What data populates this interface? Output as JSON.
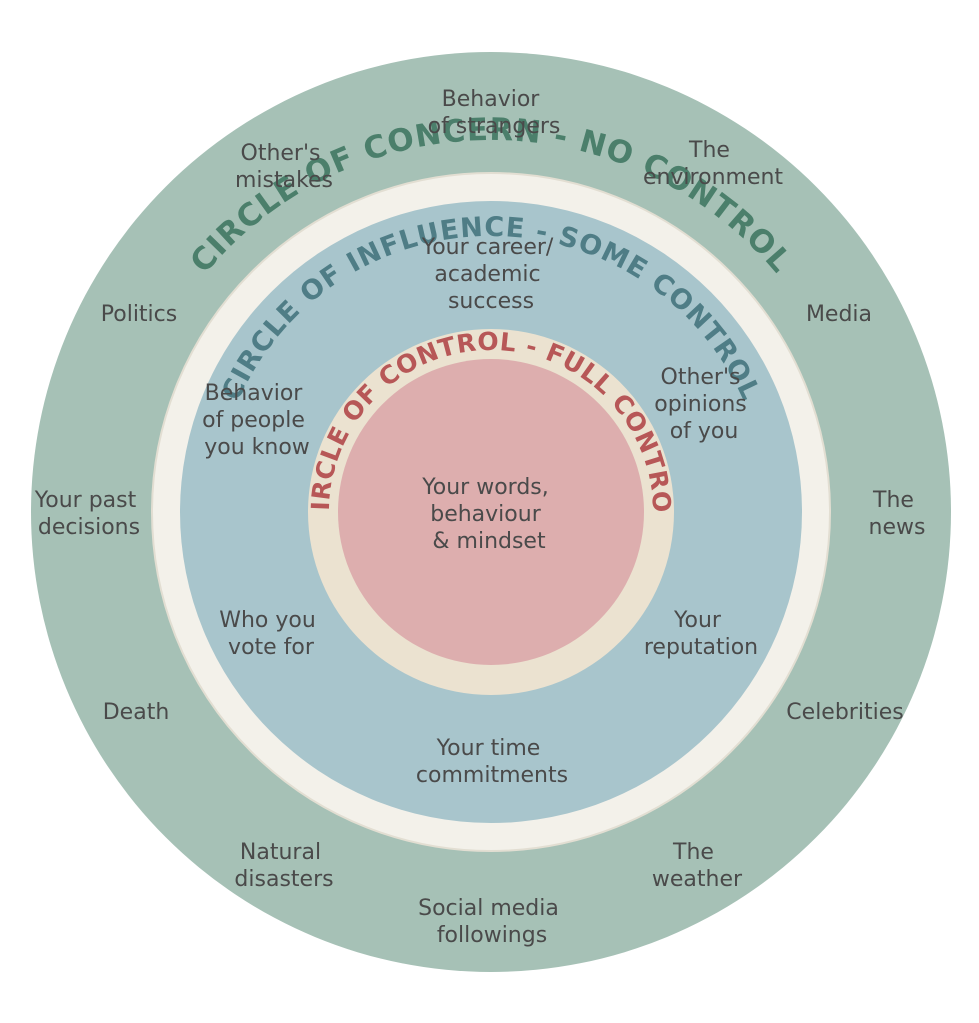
{
  "colors": {
    "concern_fill": "#a6c1b6",
    "influence_ring": "#f3f1ea",
    "influence_fill": "#a8c5cc",
    "control_ring": "#ebe2d0",
    "control_fill": "#ddaeae",
    "concern_title": "#4b7f6b",
    "influence_title": "#4f7d86",
    "control_title": "#b75757",
    "text": "#4a4a4a"
  },
  "circles": {
    "concern": {
      "title": "CIRCLE OF CONCERN - NO CONTROL",
      "items": [
        {
          "lines": [
            "Behavior",
            "of strangers"
          ]
        },
        {
          "lines": [
            "Other's",
            "mistakes"
          ]
        },
        {
          "lines": [
            "The",
            "environment"
          ]
        },
        {
          "lines": [
            "Politics"
          ]
        },
        {
          "lines": [
            "Media"
          ]
        },
        {
          "lines": [
            "Your past",
            "decisions"
          ]
        },
        {
          "lines": [
            "The",
            "news"
          ]
        },
        {
          "lines": [
            "Death"
          ]
        },
        {
          "lines": [
            "Celebrities"
          ]
        },
        {
          "lines": [
            "Natural",
            "disasters"
          ]
        },
        {
          "lines": [
            "The",
            "weather"
          ]
        },
        {
          "lines": [
            "Social media",
            "followings"
          ]
        }
      ]
    },
    "influence": {
      "title": "CIRCLE OF INFLUENCE - SOME CONTROL",
      "items": [
        {
          "lines": [
            "Your career/",
            "academic",
            "success"
          ]
        },
        {
          "lines": [
            "Behavior",
            "of people",
            "you know"
          ]
        },
        {
          "lines": [
            "Other's",
            "opinions",
            "of you"
          ]
        },
        {
          "lines": [
            "Who you",
            "vote for"
          ]
        },
        {
          "lines": [
            "Your",
            "reputation"
          ]
        },
        {
          "lines": [
            "Your time",
            "commitments"
          ]
        }
      ]
    },
    "control": {
      "title": "CIRCLE OF CONTROL - FULL CONTROL",
      "items": [
        {
          "lines": [
            "Your words,",
            "behaviour",
            "& mindset"
          ]
        }
      ]
    }
  }
}
